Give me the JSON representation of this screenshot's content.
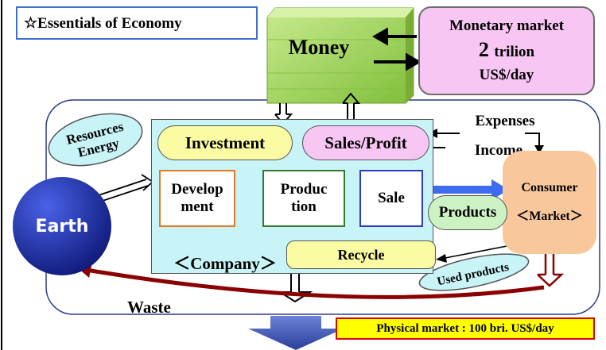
{
  "title": "☆Essentials of Economy",
  "money": {
    "label": "Money"
  },
  "monetary_market": {
    "line1": "Monetary market",
    "amount": "2",
    "unit": "trilion",
    "line3": "US$/day"
  },
  "resources": {
    "line1": "Resources",
    "line2": "Energy"
  },
  "earth": {
    "label": "Earth"
  },
  "company": {
    "investment": "Investment",
    "sales_profit": "Sales/Profit",
    "development": {
      "line1": "Develop",
      "line2": "ment"
    },
    "production": {
      "line1": "Produc",
      "line2": "tion"
    },
    "sale": "Sale",
    "recycle": "Recycle",
    "label": "＜Company＞"
  },
  "expenses": "Expenses",
  "income": "Income",
  "consumer": {
    "label": "Consumer",
    "market": "＜Market＞"
  },
  "products": "Products",
  "used_products": "Used products",
  "waste": "Waste",
  "physical_market": "Physical market : 100 bri. US$/day",
  "colors": {
    "money_green": "#9bd347",
    "company_fill": "#c9f4f7",
    "earth_blue": "#1f2fb5",
    "waste_arrow": "#8b0000",
    "product_arrow": "#3d6cf0",
    "down_arrow": "#3f58b8"
  }
}
